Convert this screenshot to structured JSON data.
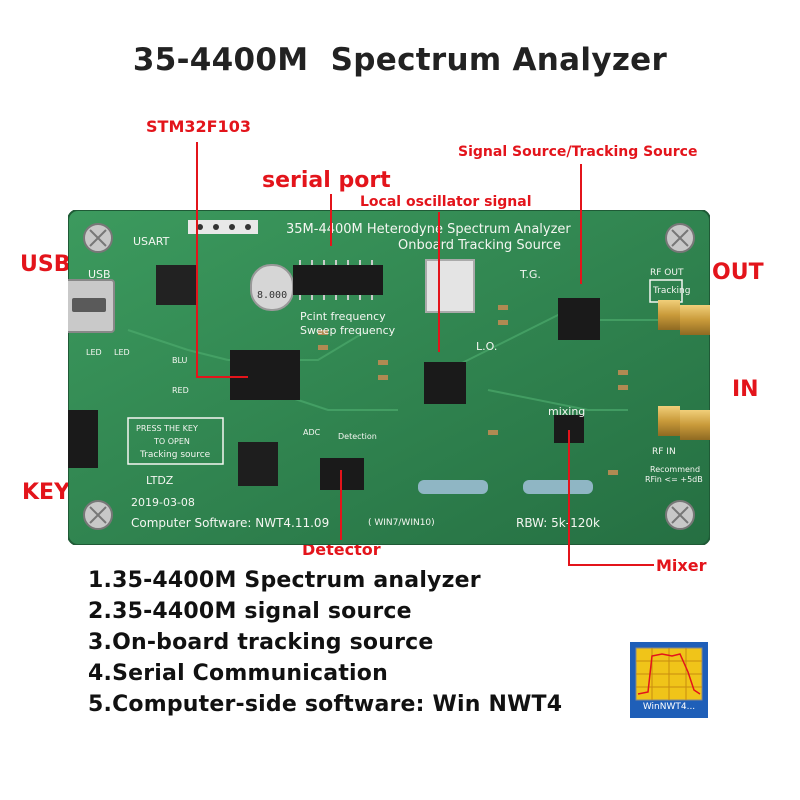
{
  "title": "35-4400M  Spectrum Analyzer",
  "labels": {
    "stm32": "STM32F103",
    "serial_port": "serial port",
    "local_osc": "Local oscillator signal",
    "signal_source": "Signal Source/Tracking Source",
    "usb": "USB",
    "out": "OUT",
    "in": "IN",
    "key": "KEY",
    "detector": "Detector",
    "mixer": "Mixer"
  },
  "board": {
    "heading_line1": "35M-4400M Heterodyne Spectrum Analyzer",
    "heading_line2": "Onboard Tracking Source",
    "usart": "USART",
    "usb": "USB",
    "crystal": "8.000",
    "pcint1": "Pcint frequency",
    "pcint2": "Sweep frequency",
    "tg": "T.G.",
    "lo": "L.O.",
    "rf_out": "RF OUT",
    "tracking": "Tracking",
    "rf_in": "RF IN",
    "recommend1": "Recommend",
    "recommend2": "RFin <= +5dB",
    "mixing": "mixing",
    "press1": "PRESS THE KEY",
    "press2": "TO OPEN",
    "press3": "Tracking source",
    "ltdz": "LTDZ",
    "date": "2019-03-08",
    "software": "Computer Software: NWT4.11.09",
    "win": "( WIN7/WIN10)",
    "rbw": "RBW: 5k-120k",
    "blu": "BLU",
    "red": "RED",
    "led1": "LED",
    "led2": "LED",
    "detection": "Detection",
    "adc": "ADC"
  },
  "features": [
    "1.35-4400M Spectrum analyzer",
    "2.35-4400M signal source",
    "3.On-board tracking source",
    "4.Serial Communication",
    "5.Computer-side software: Win NWT4"
  ],
  "app": {
    "label": "WinNWT4..."
  },
  "colors": {
    "accent": "#e3141b",
    "pcb": "#2f8a52",
    "silk": "#f4f6f1",
    "gold": "#c99a3a"
  }
}
